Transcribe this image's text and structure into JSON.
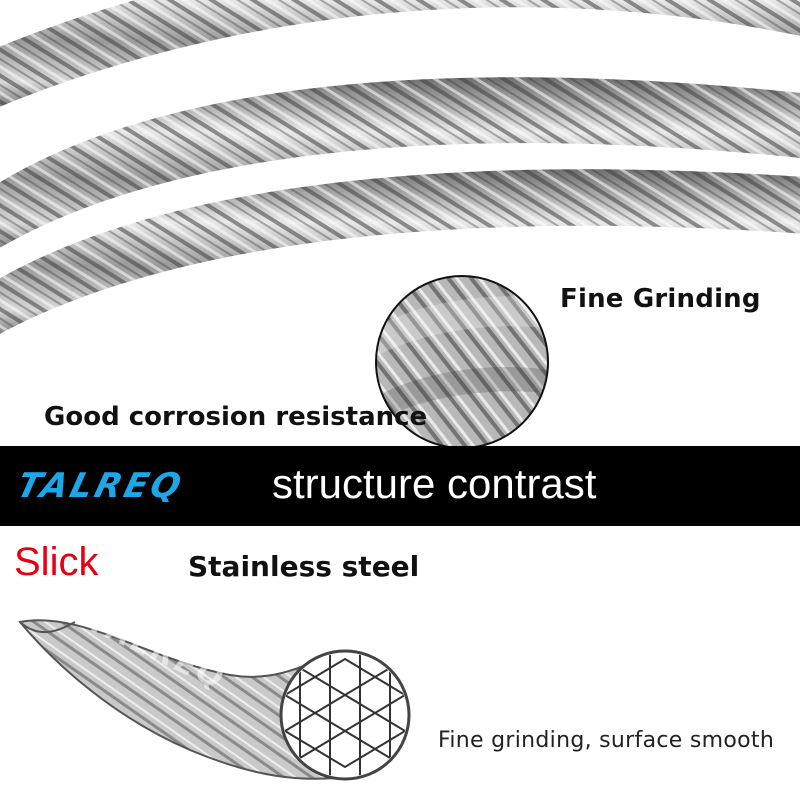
{
  "photo_captions": {
    "fine_grinding": "Fine Grinding",
    "corrosion": "Good corrosion resistance"
  },
  "banner": {
    "brand": "TALREQ",
    "title": "structure contrast"
  },
  "comparison": {
    "slick_label": "Slick",
    "stainless_label": "Stainless steel",
    "note": "Fine grinding, surface smooth"
  },
  "diagram": {
    "watermark": "TALREQ"
  },
  "colors": {
    "brand_blue": "#1da7e8",
    "slick_red": "#e60012",
    "banner_bg": "#000000"
  }
}
